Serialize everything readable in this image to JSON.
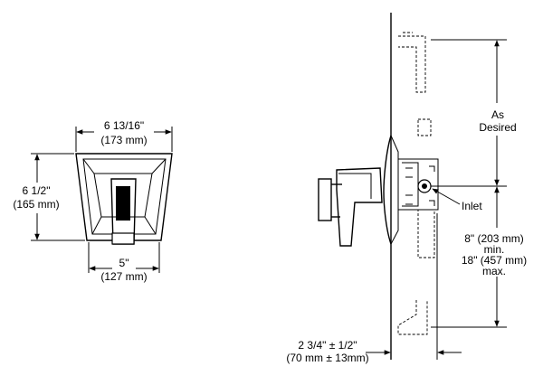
{
  "front_view": {
    "width_imperial": "6 13/16\"",
    "width_metric": "(173 mm)",
    "height_imperial": "6 1/2\"",
    "height_metric": "(165 mm)",
    "handle_width_imperial": "5\"",
    "handle_width_metric": "(127 mm)"
  },
  "side_view": {
    "above_label_1": "As",
    "above_label_2": "Desired",
    "inlet_label": "Inlet",
    "below_line_1": "8\" (203 mm)",
    "below_line_2": "min.",
    "below_line_3": "18\" (457 mm)",
    "below_line_4": "max.",
    "depth_imperial": "2 3/4\" ± 1/2\"",
    "depth_metric": "(70 mm ± 13mm)"
  }
}
